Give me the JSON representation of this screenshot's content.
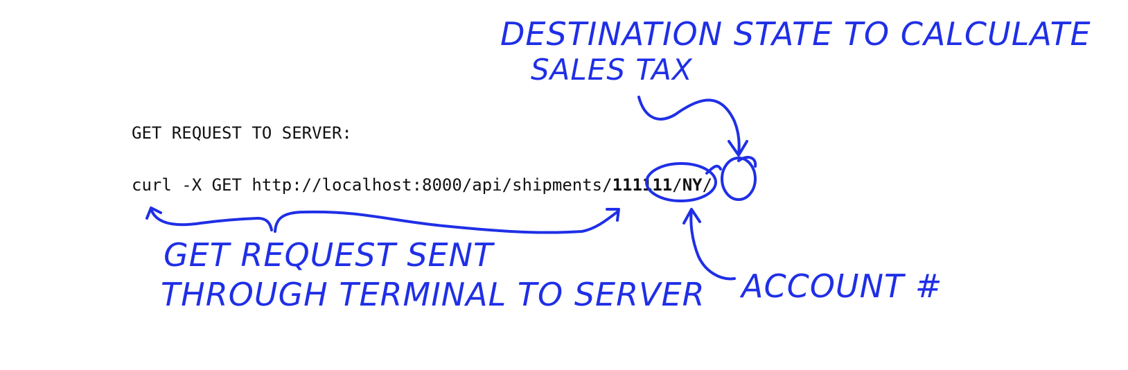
{
  "request": {
    "heading": "GET REQUEST TO SERVER:",
    "command_prefix": "curl -X GET http://localhost:8000/api/shipments/",
    "account_value": "111111",
    "separator": "/",
    "state_value": "NY",
    "trailing": "/"
  },
  "annotations": {
    "destination_line1": "DESTINATION STATE TO CALCULATE",
    "destination_line2": "SALES TAX",
    "get_line1": "GET REQUEST SENT",
    "get_line2": "THROUGH TERMINAL TO SERVER",
    "account": "ACCOUNT #"
  },
  "colors": {
    "ink": "#1f2fe6",
    "text": "#111111",
    "background": "#ffffff"
  }
}
